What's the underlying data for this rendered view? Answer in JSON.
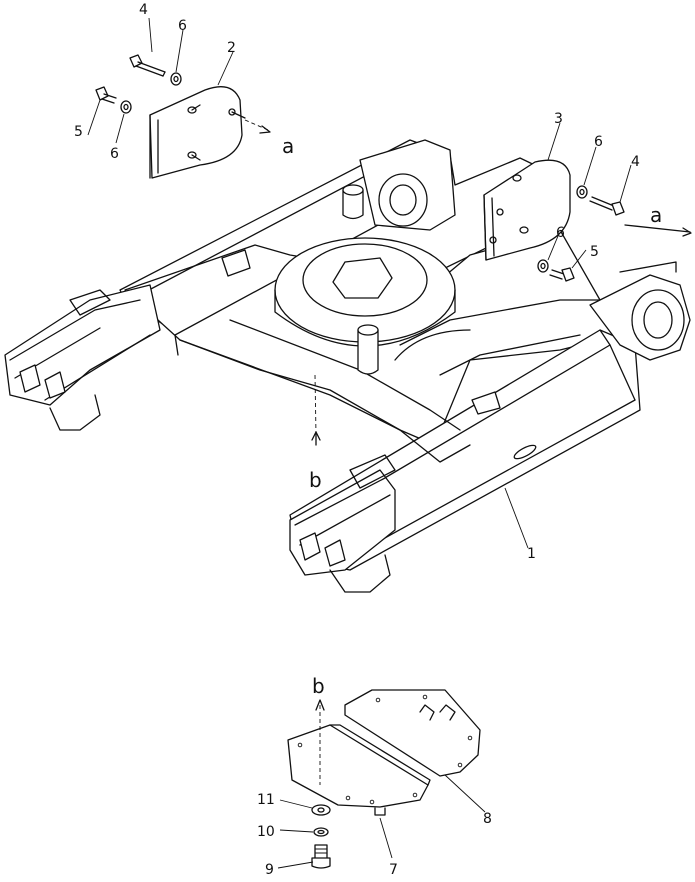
{
  "callouts": {
    "c1": "1",
    "c2": "2",
    "c3": "3",
    "c4_left": "4",
    "c4_right": "4",
    "c5_left": "5",
    "c5_right": "5",
    "c6_left_top": "6",
    "c6_left_bottom": "6",
    "c6_right_top": "6",
    "c6_right_bottom": "6",
    "c7": "7",
    "c8": "8",
    "c9": "9",
    "c10": "10",
    "c11": "11"
  },
  "view_refs": {
    "a_left": "a",
    "a_right": "a",
    "b_frame": "b",
    "b_detail": "b"
  }
}
